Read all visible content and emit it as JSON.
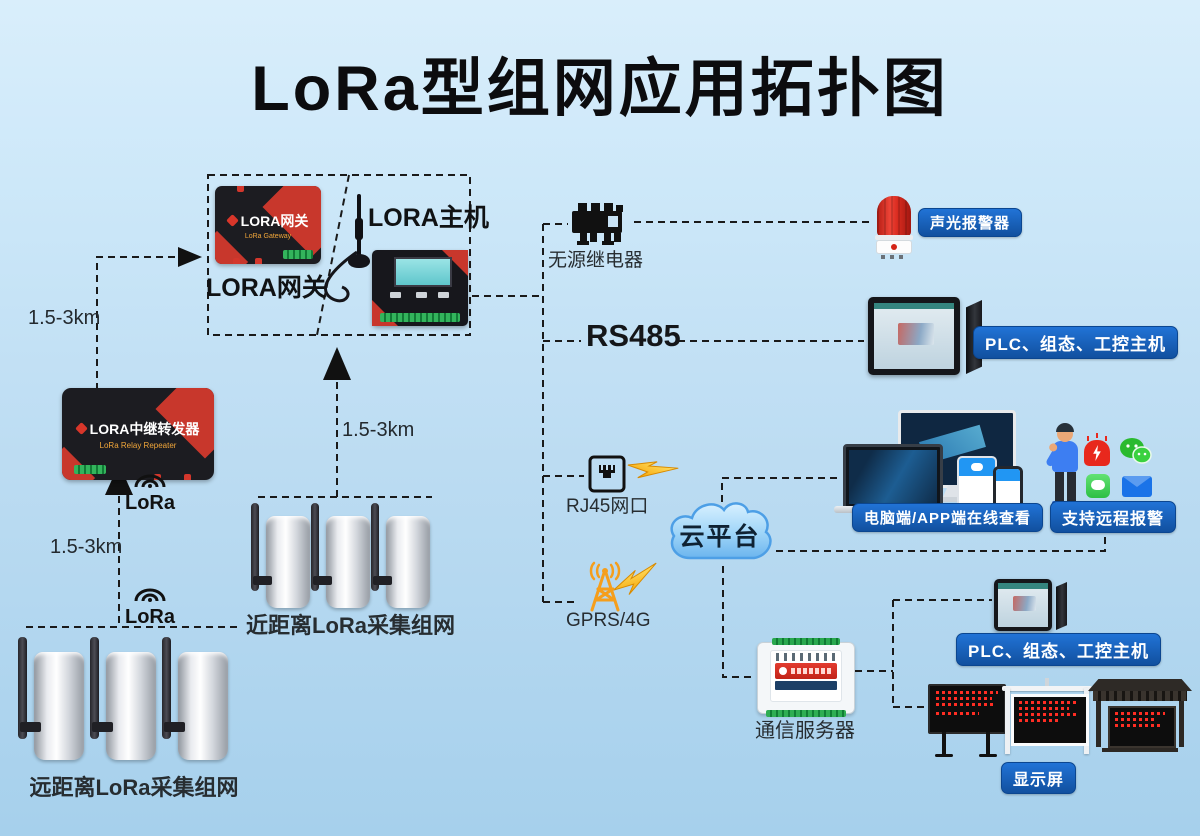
{
  "title": "LoRa型组网应用拓扑图",
  "colors": {
    "badge_blue": "#1565c8",
    "device_red": "#c8372c",
    "led_red": "#ff2d23",
    "lightning_orange": "#f5a302",
    "cloud_blue": "#8ec9f5"
  },
  "gateway_group": {
    "device_title": "LORA网关",
    "device_subtitle": "LoRa Gateway",
    "gateway_caption": "LORA网关",
    "host_caption": "LORA主机"
  },
  "repeater": {
    "device_title": "LORA中继转发器",
    "device_subtitle": "LoRa Relay Repeater"
  },
  "lora_logo": "LoRa",
  "distance_labels": {
    "gateway_link": "1.5-3km",
    "near_link": "1.5-3km",
    "far_link": "1.5-3km"
  },
  "clusters": {
    "near_caption": "近距离LoRa采集组网",
    "far_caption": "远距离LoRa采集组网"
  },
  "middle": {
    "relay_caption": "无源继电器",
    "rs485": "RS485",
    "rj45_caption": "RJ45网口",
    "gprs_caption": "GPRS/4G",
    "cloud_caption": "云平台"
  },
  "right": {
    "alarm_badge": "声光报警器",
    "plc_badge_top": "PLC、组态、工控主机",
    "devices_badge": "电脑端/APP端在线查看",
    "remote_alarm_badge": "支持远程报警",
    "server_caption": "通信服务器",
    "plc_badge_bottom": "PLC、组态、工控主机",
    "display_badge": "显示屏"
  }
}
